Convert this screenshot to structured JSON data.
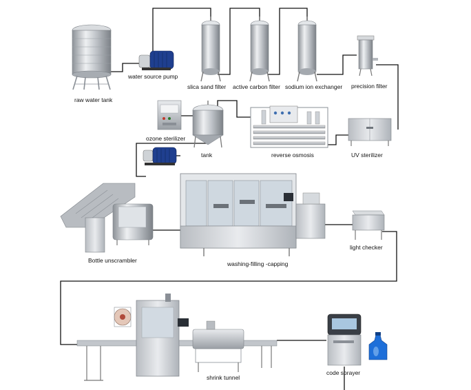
{
  "labels": {
    "raw_water_tank": "raw water tank",
    "water_source_pump": "water source pump",
    "silica_sand_filter": "slica sand filter",
    "active_carbon_filter": "active carbon filter",
    "sodium_ion_exchanger": "sodium ion exchanger",
    "precision_filter": "precision filter",
    "ozone_sterilizer": "ozone sterilizer",
    "tank": "tank",
    "reverse_osmosis": "reverse osmosis",
    "uv_sterilizer": "UV  sterilizer",
    "bottle_unscrambler": "Bottle unscrambler",
    "washing_filling_capping": "washing-filling -capping",
    "light_checker": "light checker",
    "shrink_tunnel": "shrink tunnel",
    "code_sprayer": "code sprayer"
  },
  "colors": {
    "pipe": "#111111",
    "steel": "#c9ccd0",
    "steel_dark": "#8a8f96",
    "pump_blue": "#1f3f8f",
    "bottle_blue": "#1e6fd9"
  }
}
